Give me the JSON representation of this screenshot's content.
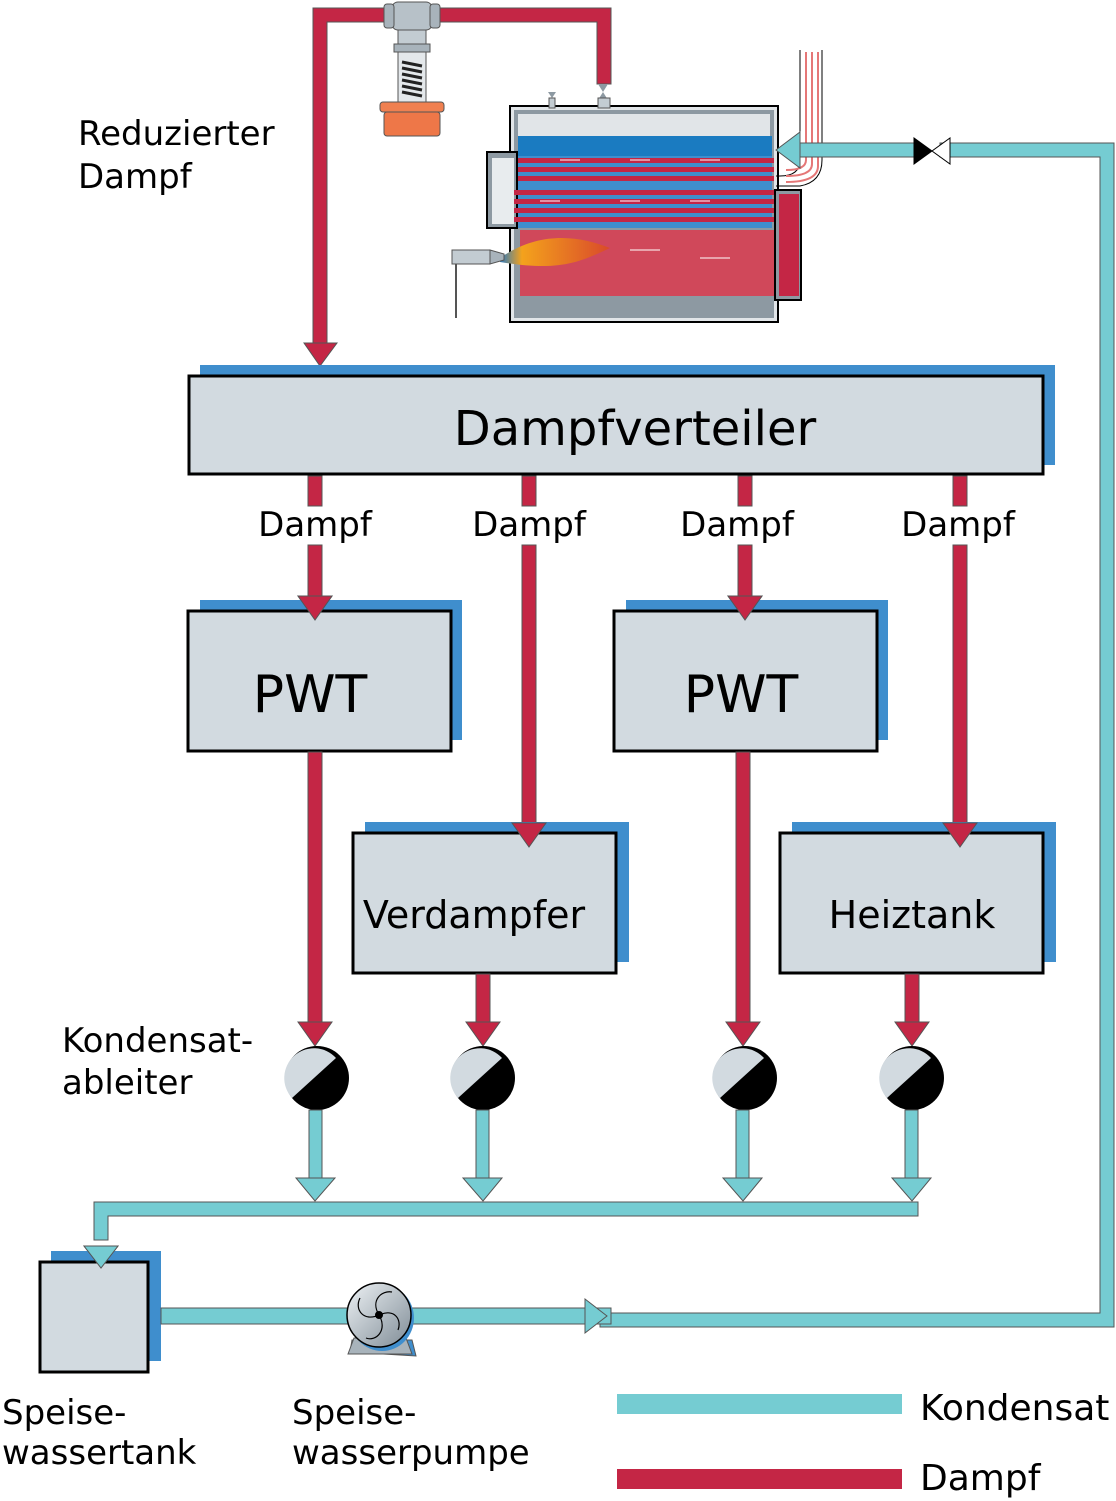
{
  "colors": {
    "steam": "#C42645",
    "condensate": "#75CCD2",
    "box_fill": "#D2DAE0",
    "box_shadow": "#3F8ECD",
    "outline": "#000000"
  },
  "labels": {
    "reduced_steam": [
      "Reduzierter",
      "Dampf"
    ],
    "distributor": "Dampfverteiler",
    "branch_steam": [
      "Dampf",
      "Dampf",
      "Dampf",
      "Dampf"
    ],
    "pwt_1": "PWT",
    "pwt_2": "PWT",
    "evaporator": "Verdampfer",
    "heating_tank": "Heiztank",
    "steam_trap": [
      "Kondensat-",
      "ableiter"
    ],
    "feedwater_tank": [
      "Speise-",
      "wassertank"
    ],
    "feedwater_pump": [
      "Speise-",
      "wasserpumpe"
    ]
  },
  "legend": [
    {
      "label": "Kondensat",
      "color": "#75CCD2"
    },
    {
      "label": "Dampf",
      "color": "#C42645"
    }
  ],
  "icons": {
    "pressure_reducing_valve": "pressure-reducing-valve-icon",
    "boiler": "steam-boiler-icon",
    "check_valve": "valve-icon",
    "steam_trap": "steam-trap-icon",
    "pump": "centrifugal-pump-icon"
  }
}
